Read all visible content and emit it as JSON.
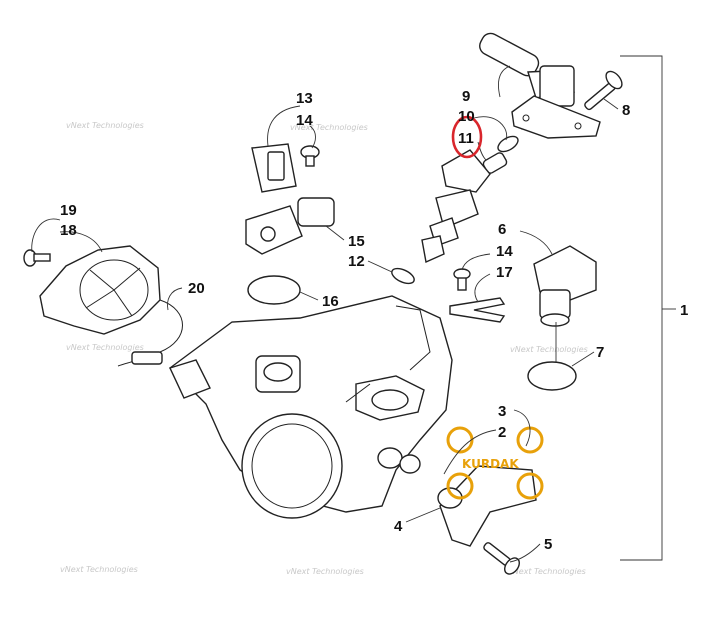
{
  "diagram": {
    "callouts": [
      {
        "id": "1",
        "label": "1"
      },
      {
        "id": "2",
        "label": "2"
      },
      {
        "id": "3",
        "label": "3"
      },
      {
        "id": "4",
        "label": "4"
      },
      {
        "id": "5",
        "label": "5"
      },
      {
        "id": "6",
        "label": "6"
      },
      {
        "id": "7",
        "label": "7"
      },
      {
        "id": "8",
        "label": "8"
      },
      {
        "id": "9",
        "label": "9"
      },
      {
        "id": "10",
        "label": "10"
      },
      {
        "id": "11",
        "label": "11"
      },
      {
        "id": "12",
        "label": "12"
      },
      {
        "id": "13",
        "label": "13"
      },
      {
        "id": "14a",
        "label": "14"
      },
      {
        "id": "14b",
        "label": "14"
      },
      {
        "id": "15",
        "label": "15"
      },
      {
        "id": "16",
        "label": "16"
      },
      {
        "id": "17",
        "label": "17"
      },
      {
        "id": "18",
        "label": "18"
      },
      {
        "id": "19",
        "label": "19"
      },
      {
        "id": "20",
        "label": "20"
      }
    ],
    "highlighted_callout": "11",
    "highlight_color": "#d9262c",
    "logo_color": "#e8a10a",
    "logo_text": "KURDAK",
    "watermark_text": "vNext Technologies"
  }
}
